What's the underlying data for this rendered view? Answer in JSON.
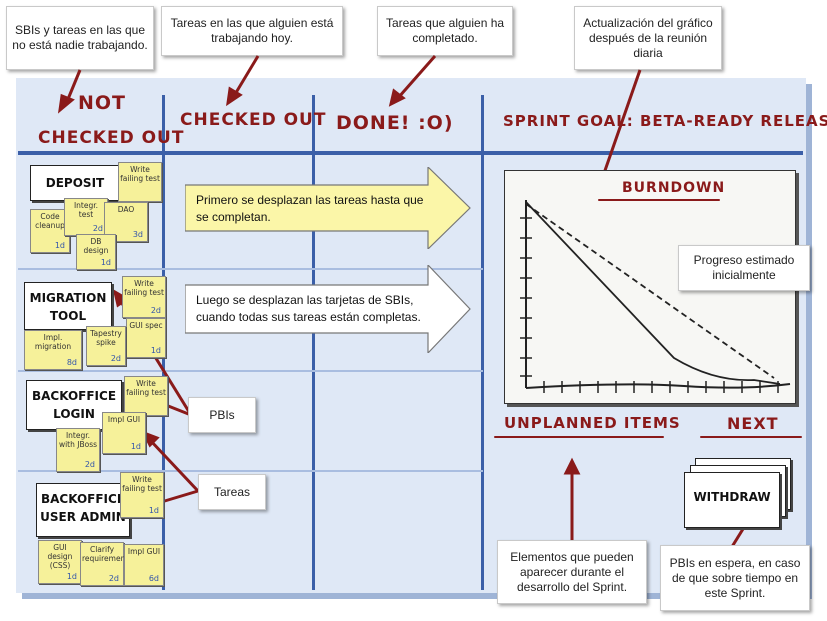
{
  "callouts": {
    "not_checked_out": "SBIs y tareas en las que no está nadie trabajando.",
    "checked_out": "Tareas en las que alguien está trabajando hoy.",
    "done": "Tareas que alguien ha completado.",
    "burndown_update": "Actualización del gráfico después de la reunión diaria",
    "estimated": "Progreso estimado inicialmente",
    "pbis": "PBIs",
    "tareas": "Tareas",
    "unplanned": "Elementos que pueden aparecer durante el desarrollo del Sprint.",
    "next": "PBIs en espera, en caso de que sobre tiempo en este Sprint."
  },
  "columns": {
    "not_line1": "Not",
    "not_line2": "checked out",
    "checked_out": "checked out",
    "done": "Done! :o)",
    "sprint_goal": "Sprint goal: Beta-ready release!"
  },
  "arrows": {
    "yellow": "Primero se desplazan las tareas hasta que se completan.",
    "white": "Luego se desplazan las tarjetas de SBIs, cuando todas sus tareas están completas."
  },
  "burndown_title": "Burndown",
  "unplanned_title": "Unplanned items",
  "next_title": "Next",
  "withdraw": "Withdraw",
  "pbis": [
    "Deposit",
    "Migration tool",
    "Backoffice Login",
    "Backoffice User admin"
  ],
  "stickies": [
    {
      "text": "Write failing test",
      "est": ""
    },
    {
      "text": "Code cleanup",
      "est": "1d"
    },
    {
      "text": "Integr. test",
      "est": "2d"
    },
    {
      "text": "DAO",
      "est": "3d"
    },
    {
      "text": "DB design",
      "est": "1d"
    },
    {
      "text": "Write failing test",
      "est": "2d"
    },
    {
      "text": "GUI spec",
      "est": "1d"
    },
    {
      "text": "Tapestry spike",
      "est": "2d"
    },
    {
      "text": "Impl. migration",
      "est": "8d"
    },
    {
      "text": "Write failing test",
      "est": ""
    },
    {
      "text": "Impl GUI",
      "est": "1d"
    },
    {
      "text": "Integr. with JBoss",
      "est": "2d"
    },
    {
      "text": "Write failing test",
      "est": "1d"
    },
    {
      "text": "GUI design (CSS)",
      "est": "1d"
    },
    {
      "text": "Clarify requirements",
      "est": "2d"
    },
    {
      "text": "Impl GUI",
      "est": "6d"
    }
  ],
  "colors": {
    "accent_red": "#8a1a1a",
    "board_blue": "#3b5fa8",
    "sticky_yellow": "#f6f19a"
  }
}
